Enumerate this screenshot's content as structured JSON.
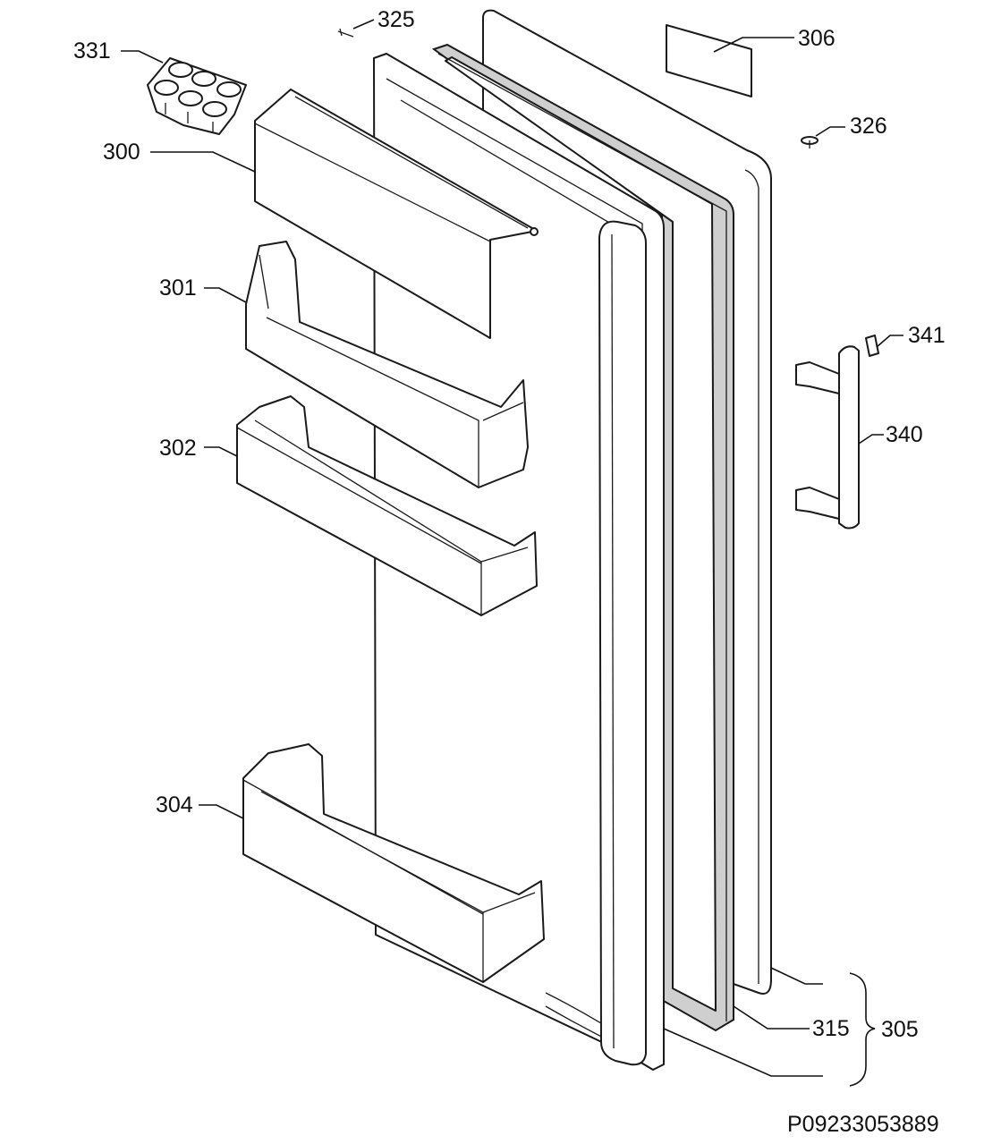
{
  "labels": {
    "l300": "300",
    "l301": "301",
    "l302": "302",
    "l304": "304",
    "l305": "305",
    "l306": "306",
    "l315": "315",
    "l325": "325",
    "l326": "326",
    "l331": "331",
    "l340": "340",
    "l341": "341"
  },
  "reference": "P09233053889"
}
